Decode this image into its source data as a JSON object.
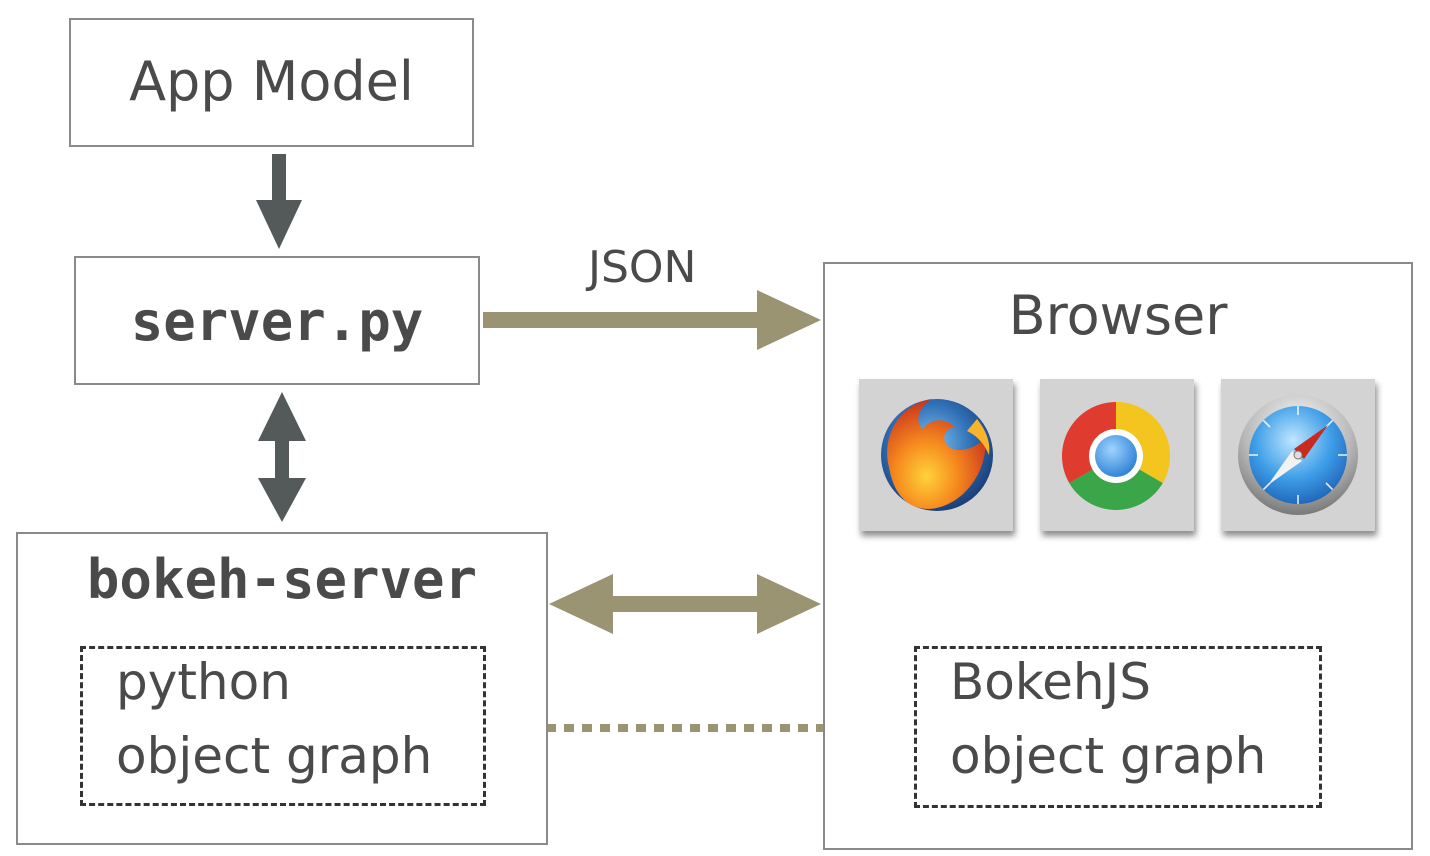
{
  "nodes": {
    "app_model": "App Model",
    "server_py": "server.py",
    "bokeh_server": "bokeh-server",
    "python_graph": {
      "line1": "python",
      "line2": "object graph"
    },
    "browser": "Browser",
    "bokehjs_graph": {
      "line1": "BokehJS",
      "line2": "object graph"
    }
  },
  "edges": {
    "json_label": "JSON"
  },
  "browser_icons": [
    "firefox-icon",
    "chrome-icon",
    "safari-icon"
  ],
  "colors": {
    "dark_arrow": "#545a5a",
    "olive_arrow": "#9a9472",
    "box_border": "#8a8a8a",
    "text": "#4a4a4a"
  }
}
